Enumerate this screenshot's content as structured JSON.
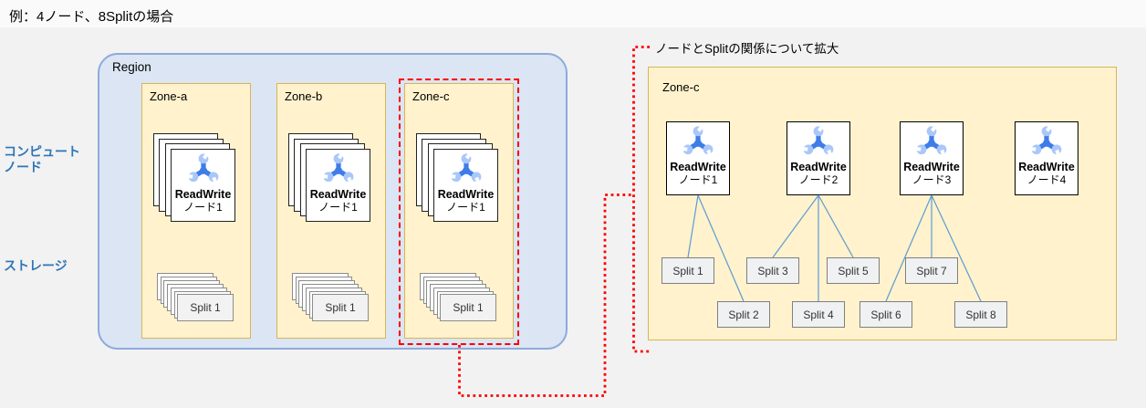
{
  "title": "例：4ノード、8Splitの場合",
  "side_labels": {
    "compute_line1": "コンピュート",
    "compute_line2": "ノード",
    "storage": "ストレージ"
  },
  "region": {
    "label": "Region",
    "zones": [
      {
        "label": "Zone-a",
        "node_line1": "ReadWrite",
        "node_line2": "ノード1",
        "split_label": "Split 1"
      },
      {
        "label": "Zone-b",
        "node_line1": "ReadWrite",
        "node_line2": "ノード1",
        "split_label": "Split 1"
      },
      {
        "label": "Zone-c",
        "node_line1": "ReadWrite",
        "node_line2": "ノード1",
        "split_label": "Split 1"
      }
    ]
  },
  "zoom_panel": {
    "title": "ノードとSplitの関係について拡大",
    "zone_label": "Zone-c",
    "nodes": [
      {
        "line1": "ReadWrite",
        "line2": "ノード1"
      },
      {
        "line1": "ReadWrite",
        "line2": "ノード2"
      },
      {
        "line1": "ReadWrite",
        "line2": "ノード3"
      },
      {
        "line1": "ReadWrite",
        "line2": "ノード4"
      }
    ],
    "splits": [
      "Split 1",
      "Split 2",
      "Split 3",
      "Split 4",
      "Split 5",
      "Split 6",
      "Split 7",
      "Split 8"
    ]
  },
  "colors": {
    "accent_red": "#fe0000",
    "connector_blue": "#5b9bd5",
    "label_blue": "#2e75b6",
    "zone_fill": "#fff2cc",
    "zone_border": "#d6b656",
    "region_fill": "#dbe5f4",
    "region_border": "#8eaadb",
    "icon_dark": "#3e7ce8",
    "icon_light": "#a9c7f9"
  }
}
